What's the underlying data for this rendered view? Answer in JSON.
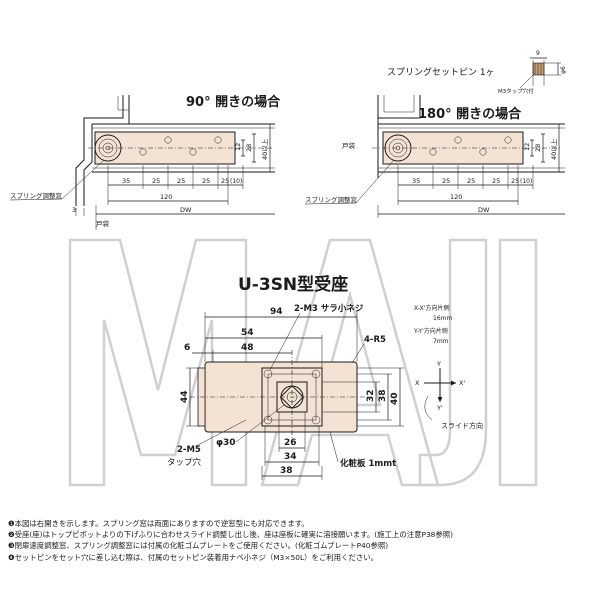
{
  "diagram_90": {
    "title": "90° 開きの場合",
    "dims_h": [
      "35",
      "25",
      "25",
      "25",
      "25",
      "(10)"
    ],
    "total": "120",
    "dw": "DW",
    "dim_12": "12",
    "dim_28": "28",
    "dim_40": "40以上",
    "left_dim": "3",
    "label_spring": "スプリング調整窓",
    "label_tobukuro": "戸袋"
  },
  "diagram_180": {
    "title": "180° 開きの場合",
    "dims_h": [
      "35",
      "25",
      "25",
      "25",
      "25",
      "(10)"
    ],
    "total": "120",
    "dw": "DW",
    "dim_12": "12",
    "dim_28": "28",
    "dim_40": "40以上",
    "label_spring": "スプリング調整窓",
    "label_tobukuro": "戸袋"
  },
  "pin": {
    "label": "スプリングセットピン 1ヶ",
    "tap": "M3タップ穴付",
    "dim_9": "9",
    "dim_phi6": "φ6"
  },
  "receiver": {
    "title": "U-3SN型受座",
    "screw": "2-M3 サラ小ネジ",
    "radius": "4-R5",
    "dim_94": "94",
    "dim_54": "54",
    "dim_48": "48",
    "dim_6": "6",
    "dim_44": "44",
    "dim_32": "32",
    "dim_38": "38",
    "dim_40": "40",
    "dim_phi30": "φ30",
    "dim_26": "26",
    "dim_34": "34",
    "dim_38b": "38",
    "tap": "2-M5",
    "tap_label": "タップ穴",
    "plate": "化粧板 1mmt"
  },
  "axis": {
    "xx_label": "X-X'方向片側",
    "xx_value": "16mm",
    "yy_label": "Y-Y'方向片側",
    "yy_value": "7mm",
    "x": "X",
    "x2": "X'",
    "y": "Y",
    "y2": "Y'",
    "slide": "スライド方向"
  },
  "watermark": "MAJI",
  "notes": [
    "❶本図は右開きを示します。スプリング窓は両面にありますので逆窓型にも対応できます。",
    "❷受座(座)はトップピボットよりの下げふりに合わせスライド調整し出し後、座は座板に確実に溶接願います。(施工上の注意P38参照)",
    "❸閉扉速度調整窓、スプリング調整窓には付属の化粧ゴムプレートをご使用ください。(化粧ゴムプレートP40参照)",
    "❹セットピンをセット穴に差し込む際は、付属のセットピン装着用ナベ小ネジ（M3×50L）をご利用ください。"
  ]
}
